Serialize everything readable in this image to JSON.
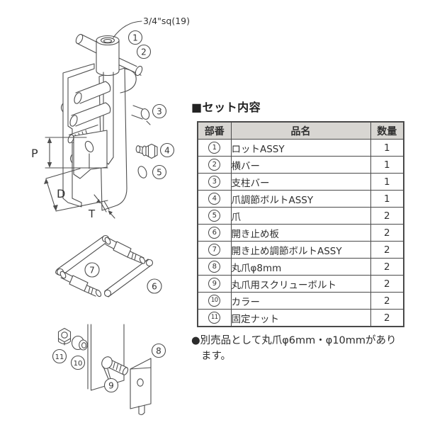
{
  "colors": {
    "background": "#ffffff",
    "line": "#4f4f4f",
    "text": "#303030",
    "table_border": "#4a4a4a",
    "table_header_bg": "#d8d6d2"
  },
  "diagram": {
    "socket_size_label": "3/4\"sq(19)",
    "dim_p": "P",
    "dim_d": "D",
    "dim_t": "T",
    "callouts": [
      "1",
      "2",
      "3",
      "4",
      "5",
      "6",
      "7",
      "8",
      "9",
      "10",
      "11"
    ]
  },
  "parts_table": {
    "section_title": "■セット内容",
    "columns": {
      "part_no": "部番",
      "name": "品名",
      "qty": "数量"
    },
    "rows": [
      {
        "no": "1",
        "name": "ロットASSY",
        "qty": "1"
      },
      {
        "no": "2",
        "name": "横バー",
        "qty": "1"
      },
      {
        "no": "3",
        "name": "支柱バー",
        "qty": "1"
      },
      {
        "no": "4",
        "name": "爪調節ボルトASSY",
        "qty": "1"
      },
      {
        "no": "5",
        "name": "爪",
        "qty": "2"
      },
      {
        "no": "6",
        "name": "開き止め板",
        "qty": "2"
      },
      {
        "no": "7",
        "name": "開き止め調節ボルトASSY",
        "qty": "2"
      },
      {
        "no": "8",
        "name": "丸爪φ8mm",
        "qty": "2"
      },
      {
        "no": "9",
        "name": "丸爪用スクリューボルト",
        "qty": "2"
      },
      {
        "no": "10",
        "name": "カラー",
        "qty": "2"
      },
      {
        "no": "11",
        "name": "固定ナット",
        "qty": "2"
      }
    ]
  },
  "footnote": {
    "line1": "●別売品として丸爪φ6mm・φ10mmがあり",
    "line2": "ます。"
  }
}
